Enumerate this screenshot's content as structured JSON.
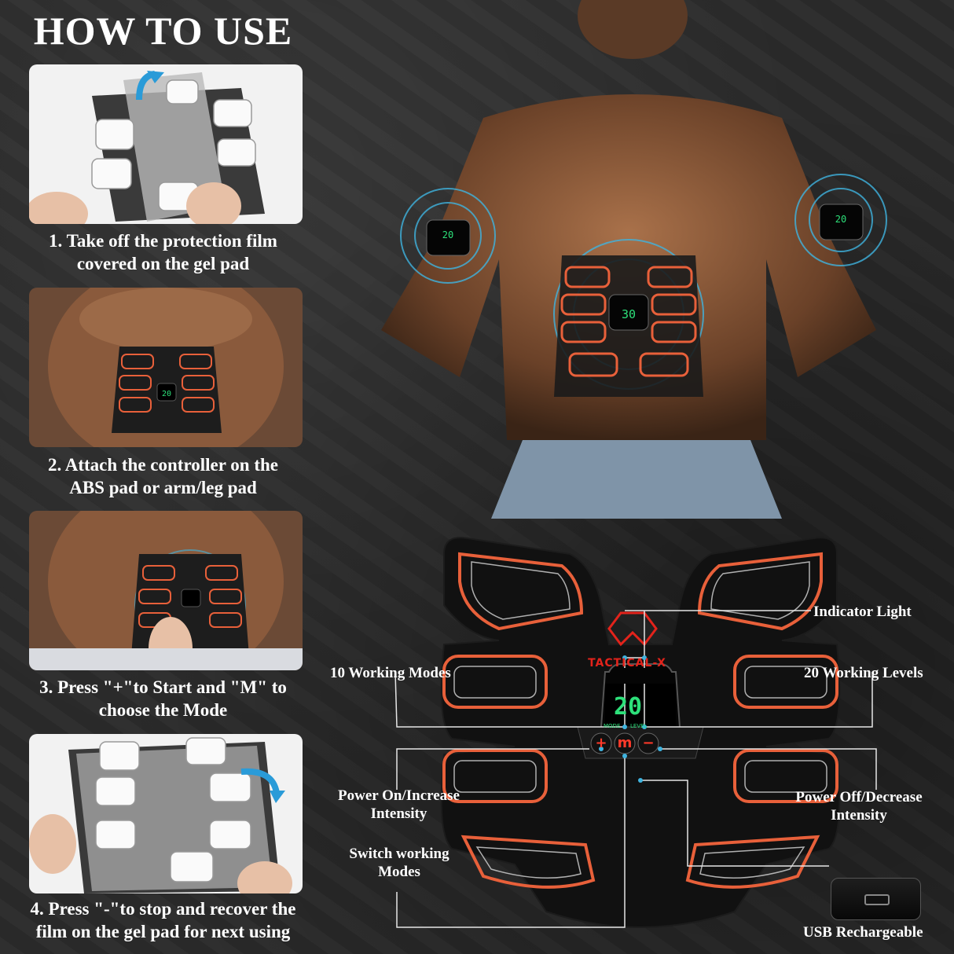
{
  "heading": "HOW TO USE",
  "steps": [
    {
      "line1": "1. Take off the protection film",
      "line2": "covered on the gel pad"
    },
    {
      "line1": "2. Attach the controller on the",
      "line2": "ABS pad or arm/leg pad"
    },
    {
      "line1": "3. Press \"+\"to Start and \"M\" to",
      "line2": "choose the Mode"
    },
    {
      "line1": "4. Press \"-\"to stop and recover the",
      "line2": "film on the gel pad for next using"
    }
  ],
  "device": {
    "brand": "TACTICAL-X",
    "display_value": "20",
    "display_left_caption": "MODE",
    "display_right_caption": "LEVEL",
    "buttons": {
      "plus": "+",
      "mode": "m",
      "minus": "−"
    }
  },
  "callouts": {
    "indicator_light": "Indicator Light",
    "working_modes": "10 Working Modes",
    "working_levels": "20 Working Levels",
    "power_on_line1": "Power On/Increase",
    "power_on_line2": "Intensity",
    "power_off_line1": "Power Off/Decrease",
    "power_off_line2": "Intensity",
    "switch_line1": "Switch working",
    "switch_line2": "Modes",
    "usb": "USB Rechargeable"
  },
  "colors": {
    "accent_orange": "#e8603a",
    "brand_red": "#e3231b",
    "display_green": "#2de07a",
    "glow_blue": "#3fb4e0"
  }
}
